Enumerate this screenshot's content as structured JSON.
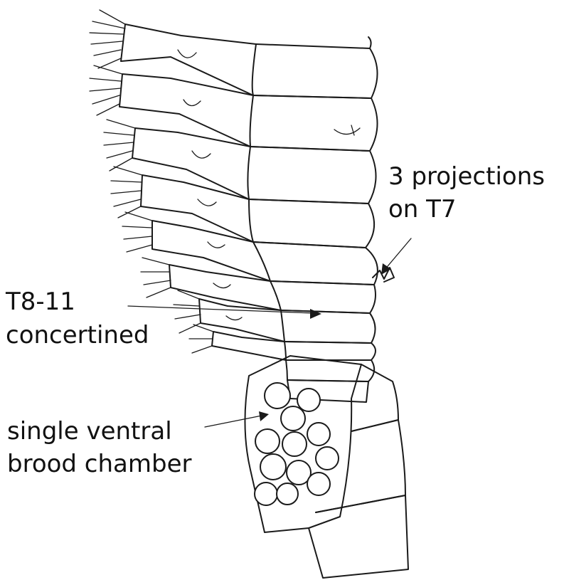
{
  "labels": {
    "projections_line1": "3 projections",
    "projections_line2": "on T7",
    "concertined_line1": "T8-11",
    "concertined_line2": "concertined",
    "brood_line1": "single ventral",
    "brood_line2": "brood chamber"
  },
  "colors": {
    "ink": "#1a1a1a",
    "background": "#ffffff"
  }
}
